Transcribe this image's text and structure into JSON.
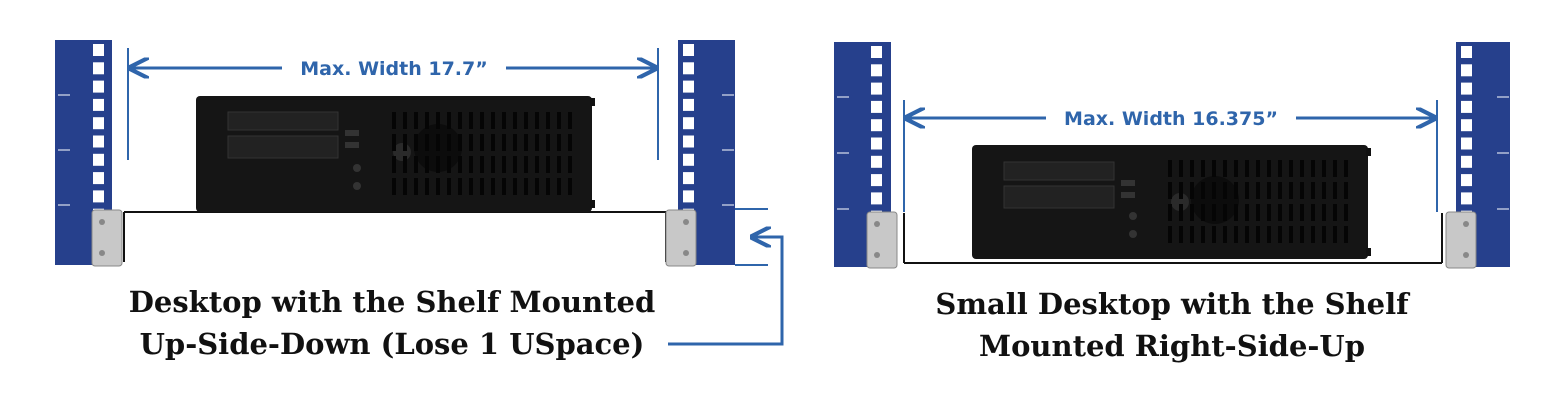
{
  "colors": {
    "rail_blue": "#26408c",
    "rail_white": "#ffffff",
    "accent_blue": "#2f65ab",
    "device_black": "#151515",
    "device_dark": "#222222",
    "bracket_gray": "#c8c8c8",
    "caption_text": "#111111"
  },
  "left_panel": {
    "dimension_label": "Max. Width 17.7”",
    "caption_line1": "Desktop with the Shelf Mounted",
    "caption_line2": "Up-Side-Down (Lose 1 USpace)"
  },
  "right_panel": {
    "dimension_label": "Max. Width 16.375”",
    "caption_line1": "Small Desktop with the Shelf",
    "caption_line2": "Mounted Right-Side-Up"
  }
}
